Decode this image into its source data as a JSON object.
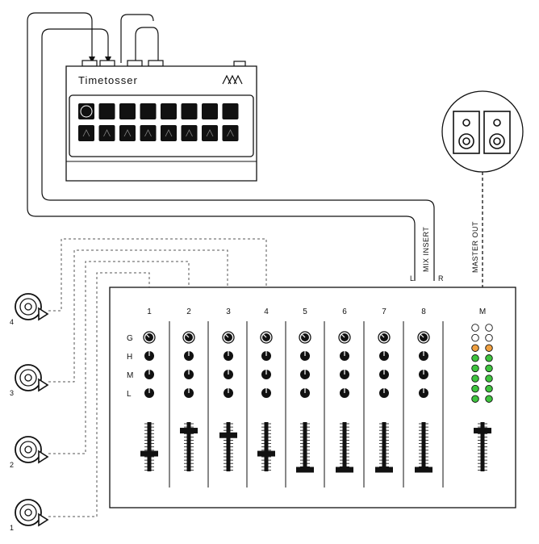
{
  "device": {
    "name": "Timetosser"
  },
  "mixer": {
    "channels": [
      "1",
      "2",
      "3",
      "4",
      "5",
      "6",
      "7",
      "8"
    ],
    "master": "M",
    "eq_labels": {
      "gain": "G",
      "high": "H",
      "mid": "M",
      "low": "L"
    },
    "fader_levels": [
      0.35,
      0.85,
      0.75,
      0.35,
      0.0,
      0.0,
      0.0,
      0.0
    ],
    "master_fader_level": 0.85,
    "master_meter": {
      "rows": 8,
      "colors": {
        "off": "#ffffff",
        "peak": "#f0a040",
        "signal": "#3ec43e"
      }
    }
  },
  "labels": {
    "mix_insert": "MIX INSERT",
    "left": "L",
    "right": "R",
    "master_out": "MASTER OUT"
  },
  "turntables": [
    "4",
    "3",
    "2",
    "1"
  ]
}
